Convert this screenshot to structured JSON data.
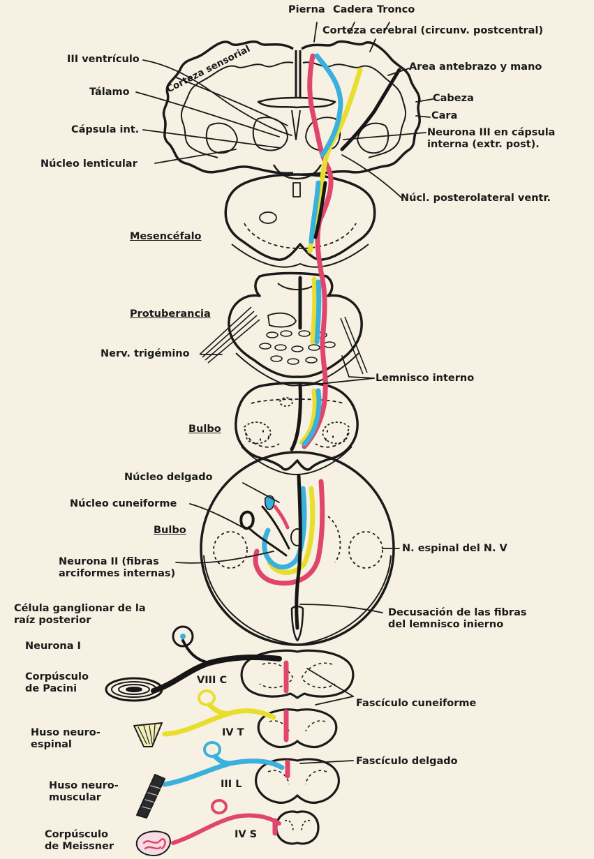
{
  "labels": {
    "pierna": "Pierna",
    "cadera": "Cadera",
    "tronco": "Tronco",
    "corteza_cerebral": "Corteza cerebral (circunv. postcentral)",
    "area_antebrazo": "Area antebrazo y mano",
    "cabeza": "Cabeza",
    "cara": "Cara",
    "neurona_iii": "Neurona III en cápsula\ninterna (extr. post).",
    "corteza_sensorial": "Corteza sensorial",
    "iii_ventriculo": "III ventrículo",
    "talamo": "Tálamo",
    "capsula_int": "Cápsula int.",
    "nucleo_lenticular": "Núcleo lenticular",
    "nucl_posterolateral": "Núcl. posterolateral ventr.",
    "mesencefalo": "Mesencéfalo",
    "protuberancia": "Protuberancia",
    "nerv_trigemino": "Nerv. trigémino",
    "lemnisco_interno": "Lemnisco interno",
    "bulbo_1": "Bulbo",
    "nucleo_delgado": "Núcleo delgado",
    "nucleo_cuneiforme": "Núcleo cuneiforme",
    "bulbo_2": "Bulbo",
    "n_espinal": "N. espinal del N. V",
    "neurona_ii": "Neurona II (fibras\narciformes internas)",
    "celula_ganglionar": "Célula ganglionar de la\nraíz posterior",
    "neurona_i": "Neurona I",
    "decusacion": "Decusación de las fibras\ndel lemnisco inierno",
    "corpusculo_pacini": "Corpúsculo\nde Pacini",
    "viii_c": "VIII C",
    "fasciculo_cuneiforme": "Fascículo cuneiforme",
    "huso_neuroespinal": "Huso neuro-\nespinal",
    "iv_t": "IV T",
    "fasciculo_delgado": "Fascículo delgado",
    "huso_neuromuscular": "Huso neuro-\nmuscular",
    "iii_l": "III L",
    "corpusculo_meissner": "Corpúsculo\nde Meissner",
    "iv_s": "IV S"
  },
  "colors": {
    "background": "#f7f1e3",
    "tract_red": "#e0466b",
    "tract_yellow": "#e8de2e",
    "tract_blue": "#3ab0dd",
    "tract_black": "#161616",
    "outline": "#1a1a1a"
  }
}
